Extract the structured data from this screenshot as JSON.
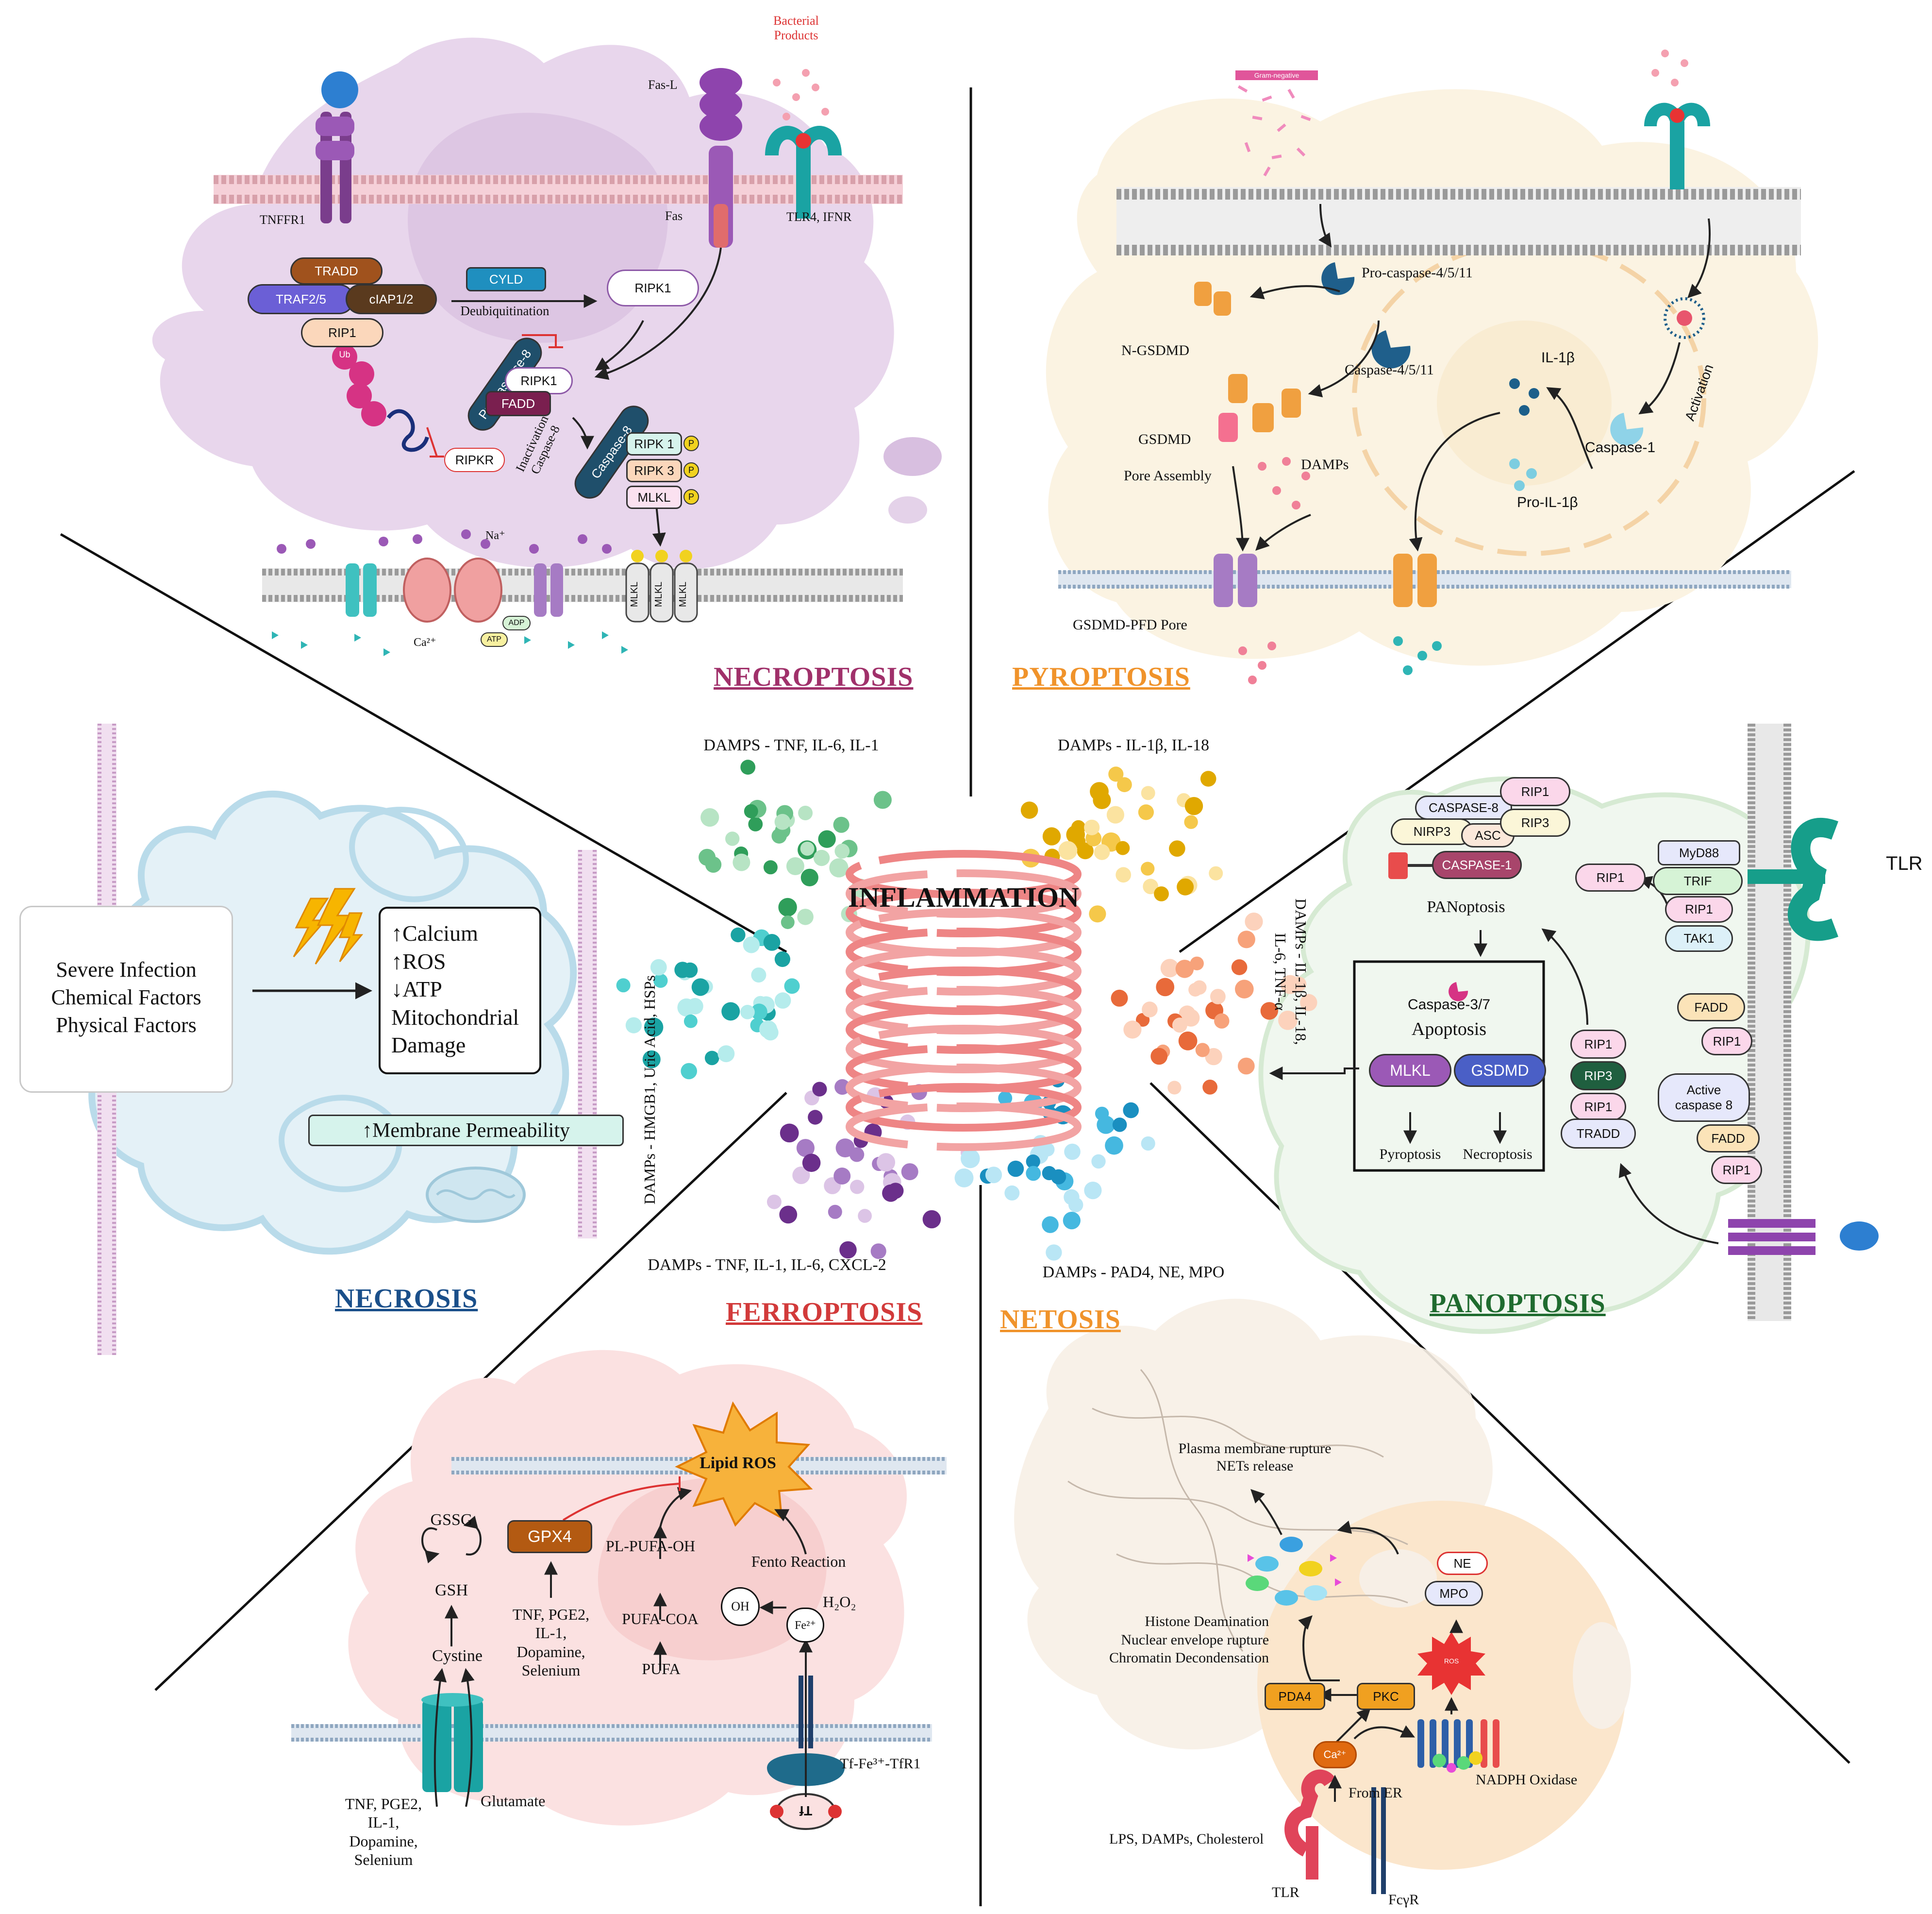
{
  "center": {
    "title": "INFLAMMATION"
  },
  "sections": {
    "necroptosis": {
      "title": "NECROPTOSIS",
      "color": "#a0306a",
      "damps": "DAMPS - TNF, IL-6, IL-1",
      "labels": {
        "bacterial_products": "Bacterial\nProducts",
        "fas_l": "Fas-L",
        "fas": "Fas",
        "tnffr1": "TNFFR1",
        "tlr4_ifnr": "TLR4, IFNR",
        "tradd": "TRADD",
        "traf": "TRAF2/5",
        "ciap": "cIAP1/2",
        "rip1": "RIP1",
        "ub": "Ub",
        "cyld": "CYLD",
        "deubiquitination": "Deubiquitination",
        "ripk1_top": "RIPK1",
        "pro_caspase8": "Pro caspase-8",
        "ripk1_mid": "RIPK1",
        "fadd": "FADD",
        "ripkr": "RIPKR",
        "inactivation": "Inactivation\nCaspase-8",
        "caspase8": "Caspase-8",
        "ripk1_p": "RIPK 1",
        "ripk3_p": "RIPK 3",
        "mlkl_p": "MLKL",
        "p": "P",
        "na": "Na⁺",
        "ca": "Ca²⁺",
        "adp": "ADP",
        "atp": "ATP",
        "mlkl_pore": "MLKL"
      }
    },
    "pyroptosis": {
      "title": "PYROPTOSIS",
      "color": "#f0932b",
      "damps": "DAMPs - IL-1β, IL-18",
      "labels": {
        "gram_negative": "Gram-negative",
        "pro_caspase": "Pro-caspase-4/5/11",
        "caspase": "Caspase-4/5/11",
        "n_gsdmd": "N-GSDMD",
        "gsdmd": "GSDMD",
        "pore_assembly": "Pore Assembly",
        "damps_label": "DAMPs",
        "il1b": "IL-1β",
        "pro_il1b": "Pro-IL-1β",
        "caspase1": "Caspase-1",
        "activation": "Activation",
        "pore": "GSDMD-PFD Pore"
      }
    },
    "panoptosis": {
      "title": "PANOPTOSIS",
      "color": "#1f6b2f",
      "damps": "DAMPs - IL-1β, IL-18,\nIL-6, TNF-α",
      "labels": {
        "tlr": "TLR",
        "caspase8": "CASPASE-8",
        "rip1_a": "RIP1",
        "nirp3": "NIRP3",
        "asc": "ASC",
        "rip3_a": "RIP3",
        "caspase1": "CASPASE-1",
        "myd88": "MyD88",
        "trif": "TRIF",
        "rip1_b": "RIP1",
        "tak1": "TAK1",
        "rip1_c": "RIP1",
        "panoptosis": "PANoptosis",
        "caspase37": "Caspase-3/7",
        "apoptosis": "Apoptosis",
        "mlkl": "MLKL",
        "gsdmd": "GSDMD",
        "pyroptosis": "Pyroptosis",
        "necroptosis": "Necroptosis",
        "rip1_d": "RIP1",
        "rip3_d": "RIP3",
        "rip1_e": "RIP1",
        "tradd": "TRADD",
        "fadd_a": "FADD",
        "rip1_f": "RIP1",
        "active_casp8": "Active\ncaspase 8",
        "fadd_b": "FADD",
        "rip1_g": "RIP1"
      }
    },
    "necrosis": {
      "title": "NECROSIS",
      "color": "#1a4f8a",
      "damps": "DAMPs - HMGB1, Uric Acid, HSPs",
      "causes": [
        "Severe Infection",
        "Chemical Factors",
        "Physical Factors"
      ],
      "effects": [
        "↑Calcium",
        "↑ROS",
        "↓ATP",
        "Mitochondrial",
        "Damage"
      ],
      "permeability": "↑Membrane Permeability"
    },
    "ferroptosis": {
      "title": "FERROPTOSIS",
      "color": "#d23a3a",
      "damps": "DAMPs - TNF, IL-1, IL-6, CXCL-2",
      "labels": {
        "lipid_ros": "Lipid ROS",
        "gssg": "GSSG",
        "gsh": "GSH",
        "gpx4": "GPX4",
        "cystine": "Cystine",
        "pl_pufa_oh": "PL-PUFA-OH",
        "fento": "Fento Reaction",
        "pufa_coa": "PUFA-COA",
        "pufa": "PUFA",
        "oh": "OH",
        "h2o2": "H₂O₂",
        "fe": "Fe²⁺",
        "tnf_mid": "TNF, PGE2,\nIL-1,\nDopamine,\nSelenium",
        "tnf_low": "TNF, PGE2,\nIL-1,\nDopamine,\nSelenium",
        "glutamate": "Glutamate",
        "tf_receptor": "Tf-Fe³⁺-TfR1",
        "tf": "Tf"
      }
    },
    "netosis": {
      "title": "NETOSIS",
      "color": "#f0932b",
      "damps": "DAMPs - PAD4, NE, MPO",
      "labels": {
        "rupture": "Plasma membrane rupture\nNETs release",
        "histone": "Histone Deamination\nNuclear envelope rupture\nChromatin Decondensation",
        "ne": "NE",
        "mpo": "MPO",
        "ros": "ROS",
        "pda4": "PDA4",
        "pkc": "PKC",
        "ca": "Ca²⁺",
        "from_er": "From ER",
        "nadph": "NADPH Oxidase",
        "lps": "LPS, DAMPs, Cholesterol",
        "tlr": "TLR",
        "fcgr": "FcγR"
      }
    }
  }
}
